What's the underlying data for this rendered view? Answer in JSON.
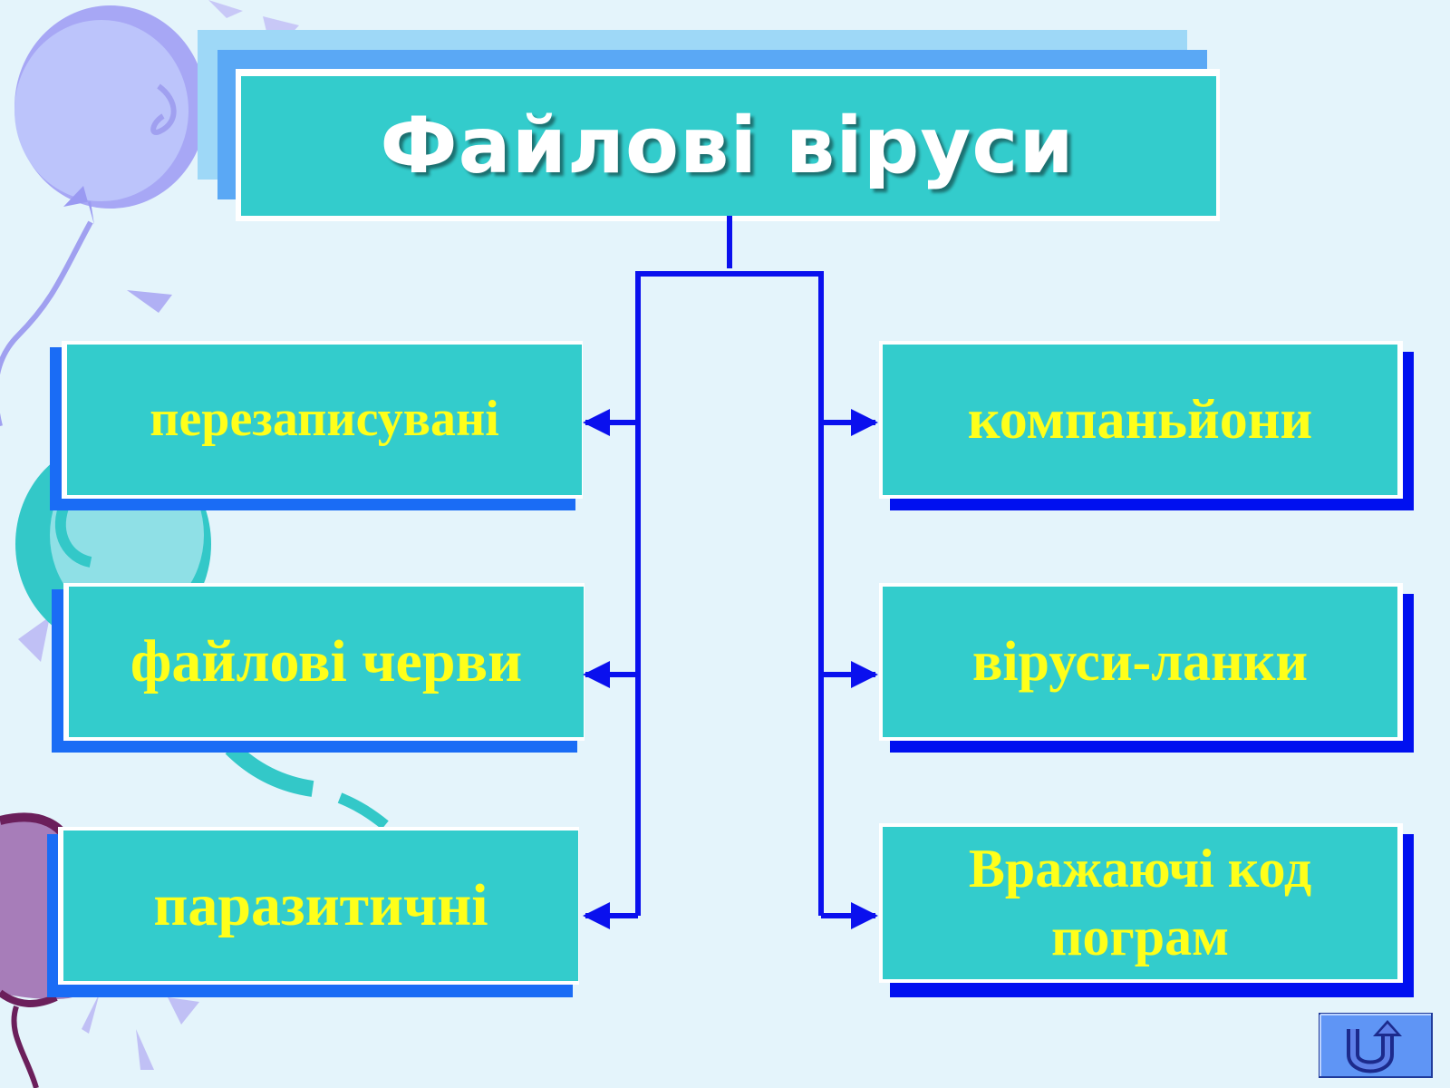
{
  "diagram": {
    "title": "Файлові віруси",
    "left_nodes": [
      "перезаписувані",
      "файлові черви",
      "паразитичні"
    ],
    "right_nodes": [
      "компаньйони",
      "віруси-ланки",
      "Вражаючі код\nпограм"
    ]
  },
  "colors": {
    "background": "#e4f4fb",
    "box_fill": "#33cccc",
    "node_text": "#ffff1a",
    "title_text": "#ffffff",
    "connector": "#0a10ee",
    "shadow_left": "#1a6cf5",
    "shadow_right": "#0010f0",
    "nav_button_fill": "#5f95f5"
  },
  "nav": {
    "icon": "u-turn-arrow-icon"
  }
}
